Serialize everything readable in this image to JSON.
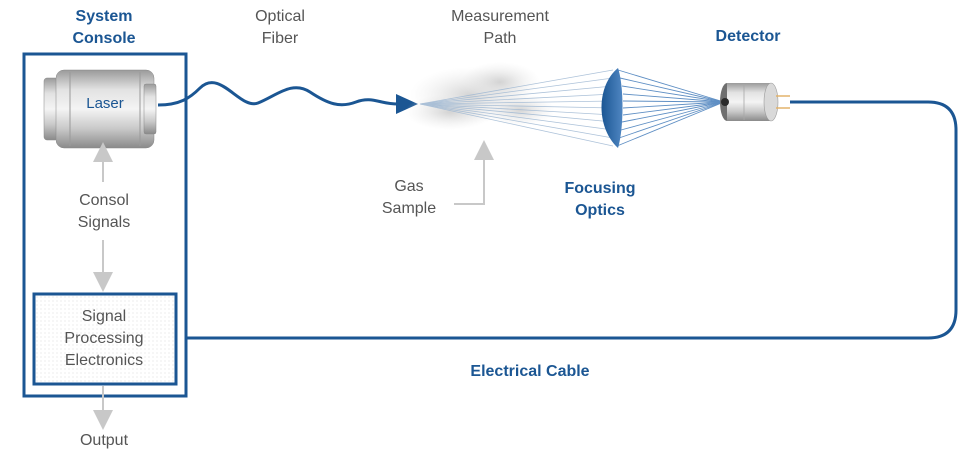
{
  "labels": {
    "system_console": [
      "System",
      "Console"
    ],
    "optical_fiber": [
      "Optical",
      "Fiber"
    ],
    "measurement_path": [
      "Measurement",
      "Path"
    ],
    "detector": "Detector",
    "laser": "Laser",
    "console_signals": [
      "Consol",
      "Signals"
    ],
    "gas_sample": [
      "Gas",
      "Sample"
    ],
    "focusing_optics": [
      "Focusing",
      "Optics"
    ],
    "signal_processing": [
      "Signal",
      "Processing",
      "Electronics"
    ],
    "electrical_cable": "Electrical Cable",
    "output": "Output"
  },
  "colors": {
    "accent": "#1b5693",
    "text_gray": "#555555",
    "arrow_gray": "#c8c8c8",
    "beam": "#7fa7cf"
  },
  "icons": {
    "laser": "laser-module-icon",
    "detector": "photodetector-icon",
    "gas": "gas-cloud-icon",
    "lens": "focusing-lens-icon"
  }
}
